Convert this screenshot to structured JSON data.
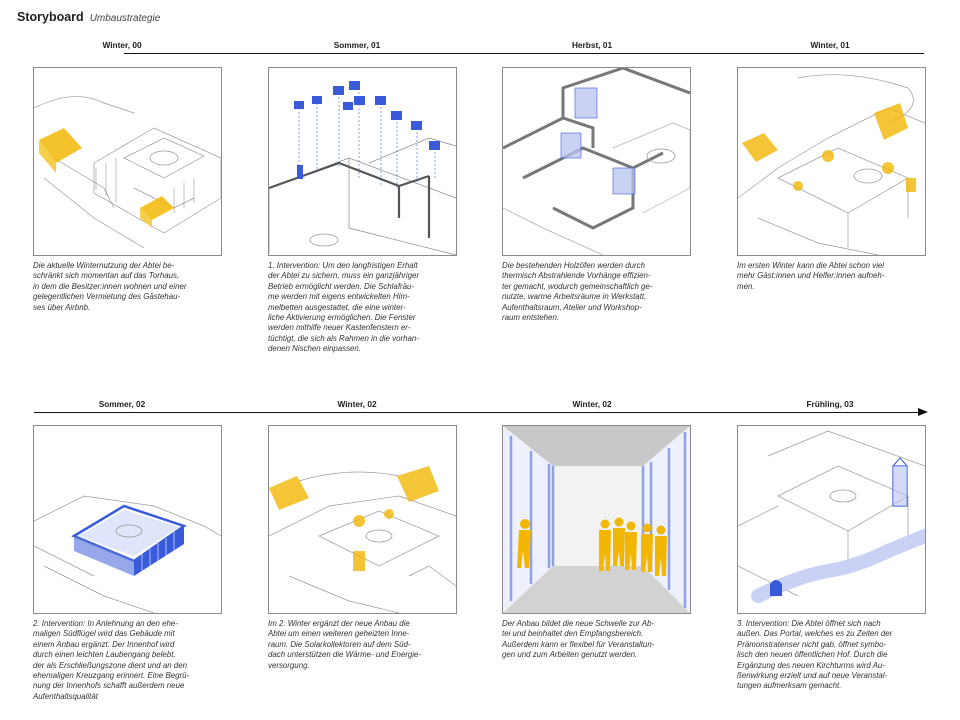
{
  "header": {
    "title": "Storyboard",
    "subtitle": "Umbaustrategie"
  },
  "row1": [
    {
      "label": "Winter, 00",
      "caption": "Die aktuelle Winternutzung der Abtei be-\nschränkt sich momentan auf das Torhaus,\nin dem die Besitzer:innen wohnen und einer\ngelegentlichen Vermietung des Gästehau-\nses über Airbnb."
    },
    {
      "label": "Sommer, 01",
      "caption": "1. Intervention: Um den langfristigen Erhalt\nder Abtei zu sichern, muss ein ganzjähriger\nBetrieb ermöglicht werden. Die Schlafräu-\nme werden mit eigens entwickelten Him-\nmelbetten ausgestattet, die eine winter-\nliche Aktivierung ermöglichen. Die Fenster\nwerden mithilfe neuer Kastenfenstern er-\ntüchtigt, die sich als Rahmen in die vorhan-\ndenen Nischen einpassen."
    },
    {
      "label": "Herbst, 01",
      "caption": "Die bestehenden Holzöfen werden durch\nthermisch Abstrahlende Vorhänge effizien-\nter gemacht, wodurch gemeinschaftlich ge-\nnutzte, warme Arbeitsräume in Werkstatt,\nAufenthaltsraum, Atelier und Workshop-\nraum entstehen."
    },
    {
      "label": "Winter, 01",
      "caption": "Im ersten Winter kann die Abtei schon viel\nmehr Gäst:innen und Helfer:innen aufneh-\nmen."
    }
  ],
  "row2": [
    {
      "label": "Sommer, 02",
      "caption": "2. Intervention: In Anlehnung an den ehe-\nmaligen Südflügel wird das Gebäude mit\neinem Anbau ergänzt. Der Innenhof wird\ndurch einen leichten Laubengang belebt,\nder als Erschließungszone dient und an den\nehemaligen Kreuzgang erinnert. Eine Begrü-\nnung der Innenhofs schafft außerdem neue\nAufenthaltsqualität"
    },
    {
      "label": "Winter, 02",
      "caption": "Im 2. Winter ergänzt der neue Anbau die\nAbtei um einen weiteren geheizten Inne-\nraum. Die Solarkollektoren auf dem Süd-\ndach unterstützen die Wärme- und Energie-\nversorgung."
    },
    {
      "label": "Winter, 02",
      "caption": "Der Anbau bildet die neue Schwelle zur Ab-\ntei und beinhaltet den Empfangsbereich.\nAußerdem kann er flexibel für Veranstaltun-\ngen und zum Arbeiten genutzt werden."
    },
    {
      "label": "Frühling, 03",
      "caption": "3. Intervention: Die Abtei öffnet sich nach\naußen. Das Portal, welches es zu Zeiten der\nPrämonstratenser nicht gab, öffnet symbo-\nlisch den neuen öffentlichen Hof. Durch die\nErgänzung des neuen Kirchturms wird Au-\nßenwirkung erzielt und auf neue Veranstal-\ntungen aufmerksam gemacht."
    }
  ],
  "colors": {
    "accent_yellow": "#f2b705",
    "accent_blue": "#3a5bd9",
    "light_blue": "#b8c3ef",
    "line": "#111111"
  }
}
